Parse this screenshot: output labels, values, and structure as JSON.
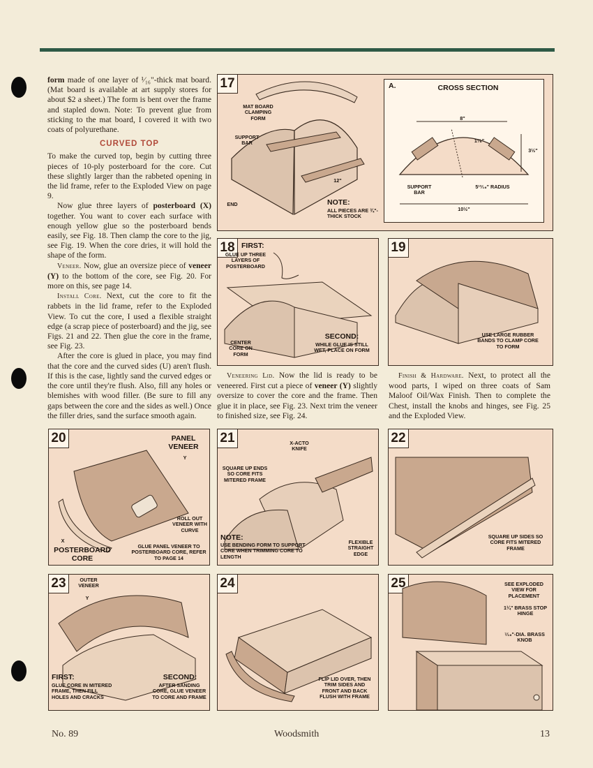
{
  "left_column": {
    "intro_bold": "form",
    "intro_rest": " made of one layer of ¹⁄₁₆\"-thick mat board. (Mat board is available at art supply stores for about $2 a sheet.) The form is bent over the frame and stapled down. Note: To prevent glue from sticking to the mat board, I covered it with two coats of polyurethane.",
    "heading": "CURVED TOP",
    "p1": "To make the curved top, begin by cutting three pieces of 10-ply posterboard for the core. Cut these slightly larger than the rabbeted opening in the lid frame, refer to the Exploded View on page 9.",
    "p2_pre": "Now glue three layers of ",
    "p2_bold": "posterboard (X)",
    "p2_post": " together. You want to cover each surface with enough yellow glue so the posterboard bends easily, see Fig. 18. Then clamp the core to the jig, see Fig. 19. When the core dries, it will hold the shape of the form.",
    "p3_sc": "Veneer.",
    "p3_pre": " Now, glue an oversize piece of ",
    "p3_bold": "veneer (Y)",
    "p3_post": " to the bottom of the core, see Fig. 20. For more on this, see page 14.",
    "p4_sc": "Install Core.",
    "p4_post": " Next, cut the core to fit the rabbets in the lid frame, refer to the Exploded View. To cut the core, I used a flexible straight edge (a scrap piece of posterboard) and the jig, see Figs. 21 and 22. Then glue the core in the frame, see Fig. 23.",
    "p5": "After the core is glued in place, you may find that the core and the curved sides (U) aren't flush. If this is the case, lightly sand the curved edges or the core until they're flush. Also, fill any holes or blemishes with wood filler. (Be sure to fill any gaps between the core and the sides as well.) Once the filler dries, sand the surface smooth again."
  },
  "mid_column": {
    "sc": "Veneering Lid.",
    "pre": " Now the lid is ready to be veneered. First cut a piece of ",
    "bold": "veneer (Y)",
    "post": " slightly oversize to cover the core and the frame. Then glue it in place, see Fig. 23. Next trim the veneer to finished size, see Fig. 24."
  },
  "right_column": {
    "sc": "Finish & Hardware.",
    "post": " Next, to protect all the wood parts, I wiped on three coats of Sam Maloof Oil/Wax Finish. Then to complete the Chest, install the knobs and hinges, see Fig. 25 and the Exploded View."
  },
  "figures": {
    "f17": {
      "num": "17",
      "mat_board": "MAT BOARD CLAMPING FORM",
      "support_bar": "SUPPORT BAR",
      "end": "END",
      "dim": "12\"",
      "note_title": "NOTE:",
      "note_body": "ALL PIECES ARE ¾\"-THICK STOCK",
      "cross_letter": "a.",
      "cross_title": "CROSS SECTION",
      "cs_8": "8\"",
      "cs_1": "1³⁄₈\"",
      "cs_3": "3½\"",
      "cs_support": "SUPPORT BAR",
      "cs_radius": "5¹³⁄₁₆\" RADIUS",
      "cs_10": "10½\""
    },
    "f18": {
      "num": "18",
      "first_title": "FIRST:",
      "first_body": "GLUE UP THREE LAYERS OF POSTERBOARD",
      "center": "CENTER CORE ON FORM",
      "second_title": "SECOND:",
      "second_body": "WHILE GLUE IS STILL WET, PLACE ON FORM"
    },
    "f19": {
      "num": "19",
      "body": "USE LARGE RUBBER BANDS TO CLAMP CORE TO FORM"
    },
    "f20": {
      "num": "20",
      "panel": "PANEL VENEER",
      "y": "Y",
      "x": "X",
      "roll": "ROLL OUT VENEER WITH CURVE",
      "poster": "POSTERBOARD CORE",
      "glue": "GLUE PANEL VENEER TO POSTERBOARD CORE, REFER TO PAGE 14"
    },
    "f21": {
      "num": "21",
      "xacto": "X-ACTO KNIFE",
      "square": "SQUARE UP ENDS SO CORE FITS MITERED FRAME",
      "note_title": "NOTE:",
      "note_body": "USE BENDING FORM TO SUPPORT CORE WHEN TRIMMING CORE TO LENGTH",
      "flex": "FLEXIBLE STRAIGHT EDGE"
    },
    "f22": {
      "num": "22",
      "body": "SQUARE UP SIDES SO CORE FITS MITERED FRAME"
    },
    "f23": {
      "num": "23",
      "outer": "OUTER VENEER",
      "y": "Y",
      "first_title": "FIRST:",
      "first_body": "GLUE CORE IN MITERED FRAME, THEN FILL HOLES AND CRACKS",
      "second_title": "SECOND:",
      "second_body": "AFTER SANDING CORE, GLUE VENEER TO CORE AND FRAME"
    },
    "f24": {
      "num": "24",
      "body": "FLIP LID OVER, THEN TRIM SIDES AND FRONT AND BACK FLUSH WITH FRAME"
    },
    "f25": {
      "num": "25",
      "see": "SEE EXPLODED VIEW FOR PLACEMENT",
      "hinge": "1¼\" BRASS STOP HINGE",
      "knob": "⁷⁄₁₆\"-DIA. BRASS KNOB"
    }
  },
  "footer": {
    "issue": "No. 89",
    "magazine": "Woodsmith",
    "page": "13"
  }
}
